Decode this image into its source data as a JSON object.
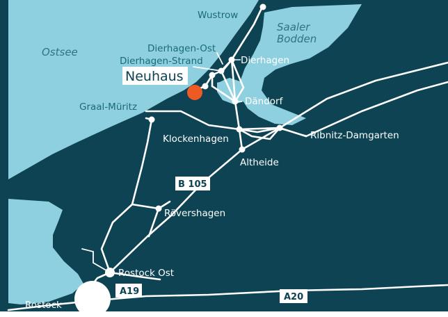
{
  "colors": {
    "land": "#0d4352",
    "water": "#8fd0e0",
    "water_label": "#2f7384",
    "coast_label": "#1a6a7a",
    "road": "#ffffff",
    "highlight": "#ef5a24",
    "shield_text": "#0d4352"
  },
  "water_bodies": {
    "sea": "Ostsee",
    "lagoon_line1": "Saaler",
    "lagoon_line2": "Bodden"
  },
  "places": {
    "wustrow": "Wustrow",
    "dierhagen_ost": "Dierhagen-Ost",
    "dierhagen_strand": "Dierhagen-Strand",
    "dierhagen": "Dierhagen",
    "neuhaus": "Neuhaus",
    "daendorf": "Dändorf",
    "graal_mueritz": "Graal-Müritz",
    "klockenhagen": "Klockenhagen",
    "ribnitz_damgarten": "Ribnitz-Damgarten",
    "altheide": "Altheide",
    "roevershagen": "Rövershagen",
    "rostock_ost": "Rostock Ost",
    "rostock": "Rostock"
  },
  "roads": {
    "b105": "B 105",
    "a19": "A19",
    "a20": "A20"
  }
}
